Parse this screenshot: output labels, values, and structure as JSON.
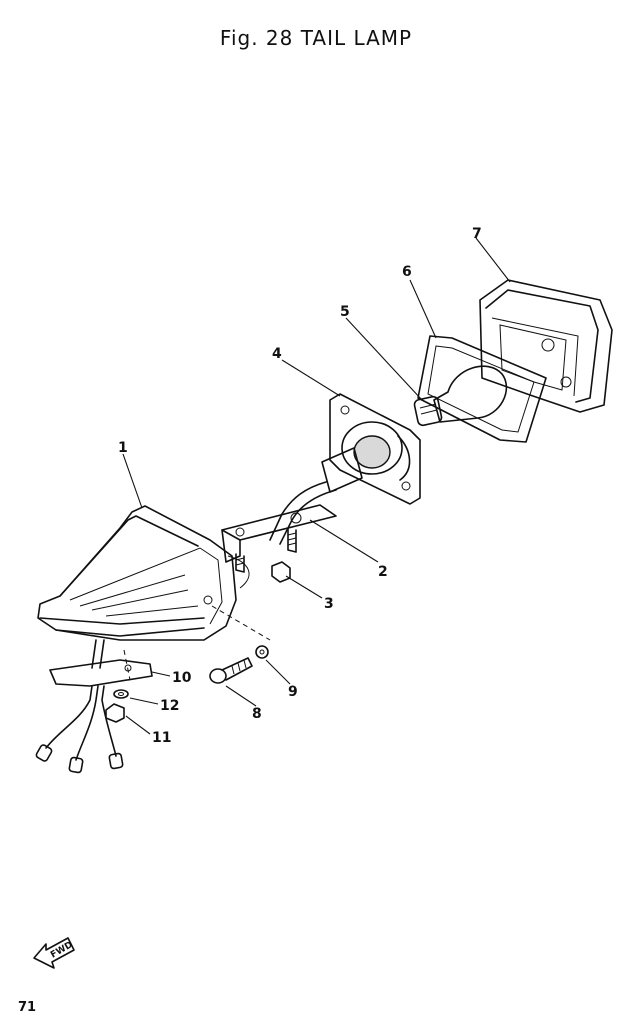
{
  "figure": {
    "title": "Fig. 28  TAIL  LAMP",
    "page_number": "71",
    "fwd_label": "FWD"
  },
  "callouts": [
    {
      "id": "1",
      "label": "1"
    },
    {
      "id": "2",
      "label": "2"
    },
    {
      "id": "3",
      "label": "3"
    },
    {
      "id": "4",
      "label": "4"
    },
    {
      "id": "5",
      "label": "5"
    },
    {
      "id": "6",
      "label": "6"
    },
    {
      "id": "7",
      "label": "7"
    },
    {
      "id": "8",
      "label": "8"
    },
    {
      "id": "9",
      "label": "9"
    },
    {
      "id": "10",
      "label": "10"
    },
    {
      "id": "11",
      "label": "11"
    },
    {
      "id": "12",
      "label": "12"
    }
  ]
}
